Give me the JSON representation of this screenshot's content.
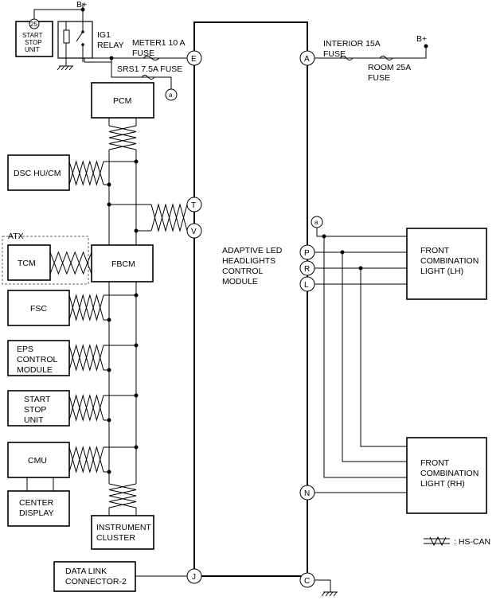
{
  "module": {
    "line1": "ADAPTIVE LED",
    "line2": "HEADLIGHTS",
    "line3": "CONTROL",
    "line4": "MODULE"
  },
  "terminals": {
    "E": "E",
    "A": "A",
    "T": "T",
    "V": "V",
    "P": "P",
    "R": "R",
    "L": "L",
    "N": "N",
    "J": "J",
    "C": "C",
    "a_top": "a",
    "a_right": "a"
  },
  "power": {
    "bplus_top": "B+",
    "bplus_right": "B+",
    "start_stop_num": "25",
    "start_stop_unit": [
      "START",
      "STOP",
      "UNIT"
    ],
    "ig1_relay": [
      "IG1",
      "RELAY"
    ],
    "meter1_fuse": [
      "METER1 10 A",
      "FUSE"
    ],
    "srs1_fuse": "SRS1 7.5A FUSE",
    "interior_fuse": [
      "INTERIOR 15A",
      "FUSE"
    ],
    "room_fuse": [
      "ROOM 25A",
      "FUSE"
    ]
  },
  "units": {
    "pcm": "PCM",
    "dsc": "DSC HU/CM",
    "atx": "ATX",
    "tcm": "TCM",
    "fbcm": "FBCM",
    "fsc": "FSC",
    "eps": [
      "EPS",
      "CONTROL",
      "MODULE"
    ],
    "start_stop": [
      "START",
      "STOP",
      "UNIT"
    ],
    "cmu": "CMU",
    "center_display": [
      "CENTER",
      "DISPLAY"
    ],
    "instrument_cluster": [
      "INSTRUMENT",
      "CLUSTER"
    ],
    "dlc": [
      "DATA LINK",
      "CONNECTOR-2"
    ]
  },
  "lights": {
    "lh": [
      "FRONT",
      "COMBINATION",
      "LIGHT (LH)"
    ],
    "rh": [
      "FRONT",
      "COMBINATION",
      "LIGHT (RH)"
    ]
  },
  "legend": {
    "hs_can": ": HS-CAN"
  }
}
